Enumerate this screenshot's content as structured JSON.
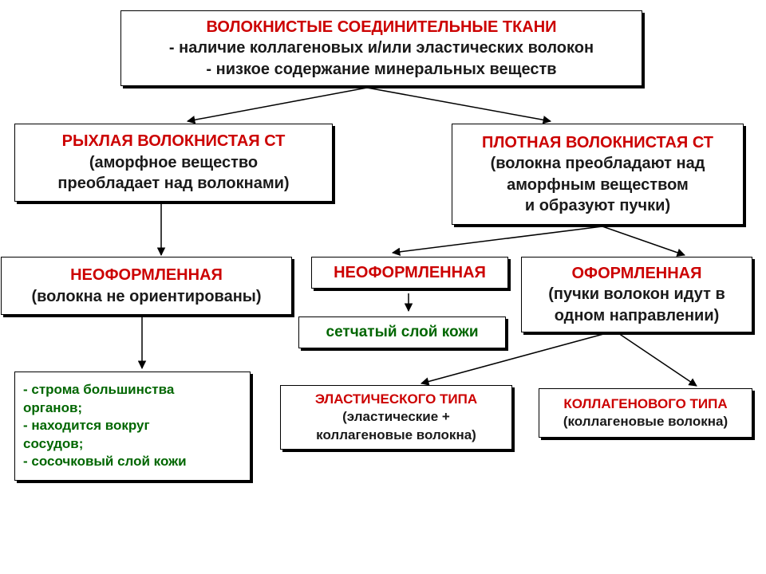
{
  "root": {
    "title": "ВОЛОКНИСТЫЕ СОЕДИНИТЕЛЬНЫЕ ТКАНИ",
    "line1": "- наличие коллагеновых и/или эластических волокон",
    "line2": "- низкое содержание минеральных веществ"
  },
  "loose": {
    "title": "РЫХЛАЯ ВОЛОКНИСТАЯ СТ",
    "line1": "(аморфное вещество",
    "line2": "преобладает над волокнами)"
  },
  "dense": {
    "title": "ПЛОТНАЯ ВОЛОКНИСТАЯ СТ",
    "line1": "(волокна преобладают над",
    "line2": "аморфным веществом",
    "line3": "и образуют пучки)"
  },
  "loose_irregular": {
    "title": "НЕОФОРМЛЕННАЯ",
    "line1": "(волокна не ориентированы)"
  },
  "dense_irregular": {
    "title": "НЕОФОРМЛЕННАЯ"
  },
  "dense_regular": {
    "title": "ОФОРМЛЕННАЯ",
    "line1": "(пучки волокон идут в",
    "line2": "одном направлении)"
  },
  "reticular_layer": {
    "text": "сетчатый слой кожи"
  },
  "examples": {
    "line1": "- строма большинства",
    "line2": "органов;",
    "line3": "- находится вокруг",
    "line4": "сосудов;",
    "line5": "- сосочковый слой кожи"
  },
  "elastic_type": {
    "title": "ЭЛАСТИЧЕСКОГО ТИПА",
    "line1": "(эластические +",
    "line2": "коллагеновые волокна)"
  },
  "collagen_type": {
    "title": "КОЛЛАГЕНОВОГО ТИПА",
    "line1": "(коллагеновые волокна)"
  },
  "colors": {
    "title_red": "#cc0000",
    "text_dark": "#1a1a1a",
    "text_green": "#006600",
    "line": "#000000"
  }
}
